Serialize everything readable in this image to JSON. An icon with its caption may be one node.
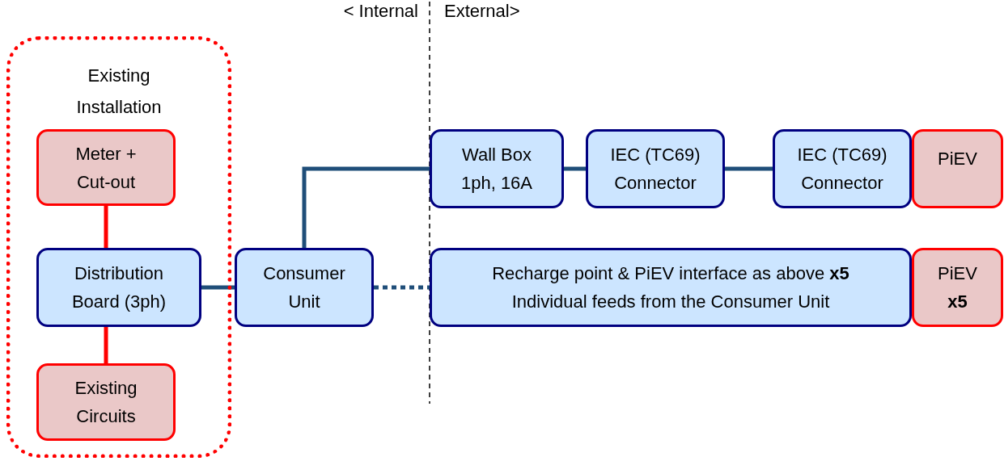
{
  "diagram": {
    "nodes": [
      {
        "text": [
          "Existing Installation"
        ]
      },
      {
        "text": [
          "Meter + Cut-out"
        ],
        "in": 0
      },
      {
        "text": [
          "Distribution Board (3ph)"
        ],
        "in": 0
      },
      {
        "text": [
          "Existing Circuits"
        ],
        "in": 0
      },
      {
        "text": [
          "Consumer Unit"
        ]
      },
      {
        "text": [
          "Wall Box 1ph, 16A"
        ]
      },
      {
        "text": [
          "IEC (TC69) Connector"
        ]
      },
      {
        "text": [
          "IEC (TC69) Connector"
        ]
      },
      {
        "text": [
          "PiEV"
        ]
      },
      {
        "text": [
          "Recharge point & PiEV interface as above **x5**",
          "Individual feeds from the Consumer Unit"
        ]
      },
      {
        "text": [
          "PiEV",
          "x5"
        ]
      }
    ],
    "edges": [
      {
        "from": 1,
        "to": 2,
        "arrow": "none",
        "color": "#ff0000"
      },
      {
        "from": 2,
        "to": 3,
        "arrow": "none",
        "color": "#ff0000"
      },
      {
        "from": 2,
        "to": 4,
        "arrow": "none"
      },
      {
        "from": 4,
        "to": 5,
        "arrow": "none"
      },
      {
        "from": 5,
        "to": 6,
        "arrow": "none"
      },
      {
        "from": 6,
        "to": 7,
        "arrow": "none"
      },
      {
        "from": 4,
        "to": 9,
        "arrow": "none",
        "style": "dashed"
      }
    ],
    "labels": [
      "< Internal",
      "External>"
    ]
  }
}
